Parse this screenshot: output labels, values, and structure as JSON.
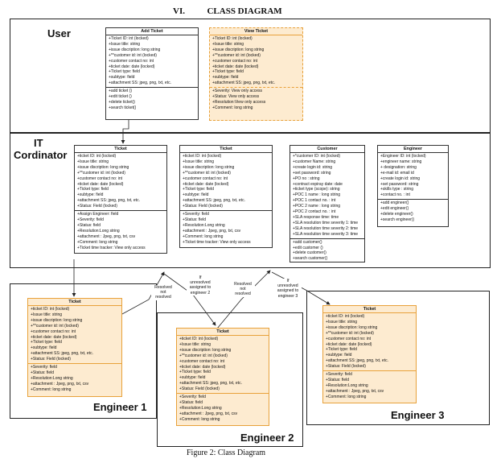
{
  "heading": "VI.          CLASS DIAGRAM",
  "caption": "Figure 2: Class Diagram",
  "sections": {
    "user": "User",
    "it_coordinator_line1": "IT",
    "it_coordinator_line2": "Cordinator",
    "engineer1": "Engineer 1",
    "engineer2": "Engineer 2",
    "engineer3": "Engineer 3"
  },
  "user_classes": {
    "add_ticket": {
      "title": "Add Ticket",
      "attributes": [
        "+Ticket ID: int (locked)",
        "+Issue title: string",
        "+issue discription: long string",
        "+**customer id: int (locked)",
        "+customer contact no: int",
        "+ticket date: date (locked)",
        "+Ticket type: field",
        "+subtype: field",
        "+attachment SS: jpeg, png, txt, etc."
      ],
      "methods": [
        "+add ticket ()",
        "+edit ticket ()",
        "+delete ticket()",
        "+search ticket()"
      ]
    },
    "view_ticket": {
      "title": "View Ticket",
      "attributes": [
        "+Ticket ID: int (locked)",
        "+Issue title: string",
        "+issue discription: long string",
        "+**customer id: int (locked)",
        "+customer contact no: int",
        "+ticket date: date (locked)",
        "+Ticket type: field",
        "+subtype: field",
        "+attachment SS: jpeg, png, txt, etc."
      ],
      "methods": [
        "+Severity: View only access",
        "+Status: View only access",
        "+Resolution:View only access",
        "+Comment: long string"
      ]
    }
  },
  "it_classes": {
    "ticket_a": {
      "title": "Ticket",
      "attributes": [
        "+ticket ID: int (locked)",
        "+Issue title: string",
        "+issue discription: long string",
        "+**customer id: int (locked)",
        "+customer contact no: int",
        "+ticket date: date (locked)",
        "+Ticket type: field",
        "+subtype: field",
        "+attachment SS: jpeg, png, txt, etc.",
        "+Status: Field (locked)"
      ],
      "methods": [
        "+Assign Engineer: field",
        "+Severity: field",
        "+Status: field",
        "+Resolution:Long string",
        "+attachment : Jpeg, png, txt, csv",
        "+Comment: long string",
        "+Ticket time tracker: View only access"
      ]
    },
    "ticket_b": {
      "title": "Ticket",
      "attributes": [
        "+ticket ID: int (locked)",
        "+Issue title: string",
        "+issue discription: long string",
        "+**customer id: int (locked)",
        "+customer contact no: int",
        "+ticket date: date (locked)",
        "+Ticket type: field",
        "+subtype: field",
        "+attachment SS: jpeg, png, txt, etc.",
        "+Status: Field (locked)"
      ],
      "methods": [
        "+Severity: field",
        "+Status: field",
        "+Resolution:Long string",
        "+attachment : Jpeg, png, txt, csv",
        "+Comment: long string",
        "+Ticket time tracker: View only access"
      ]
    },
    "customer": {
      "title": "Customer",
      "attributes": [
        "+*customer ID: int (locked)",
        "+customer Name: string",
        "+create login id: string",
        "+set password: string",
        "+PO no : string",
        "+contract expiray date: date",
        "+ticket type (scope): string",
        "+POC 1 name : long string",
        "+POC 1 contact no. : int",
        "+POC 2 name : long string",
        "+POC 2 contact no. : int",
        "+SLA response time: time",
        "+SLA resolution time severity 1: time",
        "+SLA resolution time severity 2: time",
        "+SLA resolution time severity 3: time"
      ],
      "methods": [
        "+add customer()",
        "+edit customer ()",
        "+delete customer()",
        "+search customer()"
      ]
    },
    "engineer": {
      "title": "Engineer",
      "attributes": [
        "+Engineer ID: int (locked)",
        "+engineer name: string",
        "+ designation: string",
        "+e-mail id: email id",
        "+create login id: string",
        "+set password: string",
        "+skills type : string",
        "+contact no. : int"
      ],
      "methods": [
        "+add engineer()",
        "+edit engineer()",
        "+delete engineer()",
        "+search engineer()"
      ]
    }
  },
  "engineer_classes": {
    "e1": {
      "title": "Ticket",
      "attributes": [
        "+ticket ID: int (locked)",
        "+Issue title: string",
        "+issue discription: long string",
        "+**customer id: int (locked)",
        "+customer contact no: int",
        "+ticket date: date (locked)",
        "+Ticket type: field",
        "+subtype: field",
        "+attachment SS: jpeg, png, txt, etc.",
        "+Status: Field (locked)"
      ],
      "methods": [
        "+Severity: field",
        "+Status: field",
        "+Resolution:Long string",
        "+attachment : Jpeg, png, txt, csv",
        "+Comment: long string"
      ]
    },
    "e2": {
      "title": "Ticket",
      "attributes": [
        "+ticket ID: int (locked)",
        "+Issue title: string",
        "+issue discription: long string",
        "+**customer id: int (locked)",
        "+customer contact no: int",
        "+ticket date: date (locked)",
        "+Ticket type: field",
        "+subtype: field",
        "+attachment SS: jpeg, png, txt, etc.",
        "+Status: Field (locked)"
      ],
      "methods": [
        "+Severity: field",
        "+Status: field",
        "+Resolution:Long string",
        "+attachment : Jpeg, png, txt, csv",
        "+Comment: long string"
      ]
    },
    "e3": {
      "title": "Ticket",
      "attributes": [
        "+ticket ID: int (locked)",
        "+Issue title: string",
        "+issue discription: long string",
        "+**customer id: int (locked)",
        "+customer contact no: int",
        "+ticket date: date (locked)",
        "+Ticket type: field",
        "+subtype: field",
        "+attachment SS: jpeg, png, txt, etc.",
        "+Status: Field (locked)"
      ],
      "methods": [
        "+Severity: field",
        "+Status: field",
        "+Resolution:Long string",
        "+attachment : Jpeg, png, txt, csv",
        "+Comment: long string"
      ]
    }
  },
  "edge_labels": {
    "resolved_1": [
      "Resolved",
      "not",
      "resolved"
    ],
    "unresolved_2": [
      "If",
      "unresolved",
      "assigned to",
      "engineer 2"
    ],
    "resolved_2": [
      "Resolved",
      "not",
      "resolved"
    ],
    "unresolved_3": [
      "If",
      "unresolved",
      "assigned to",
      "engineer 3"
    ]
  }
}
